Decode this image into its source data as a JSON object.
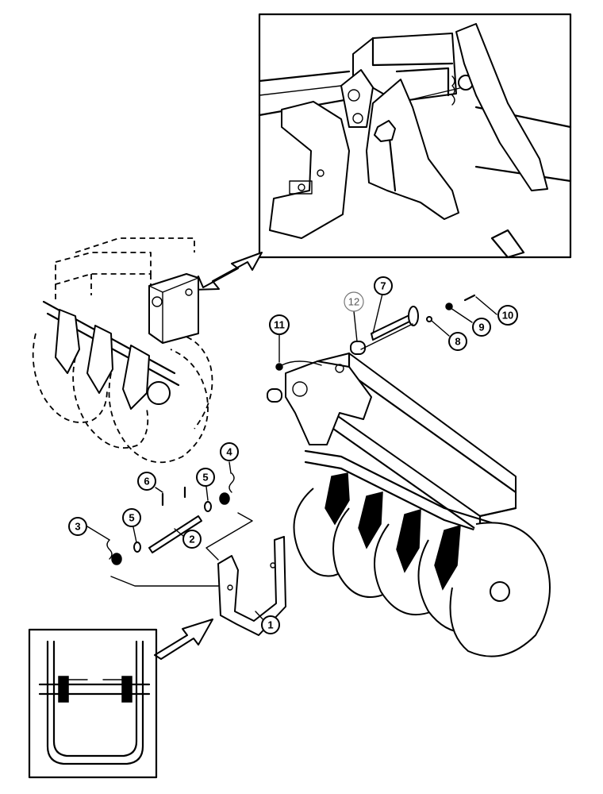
{
  "callouts": [
    {
      "label": "1"
    },
    {
      "label": "2"
    },
    {
      "label": "3"
    },
    {
      "label": "4"
    },
    {
      "label": "5"
    },
    {
      "label": "5"
    },
    {
      "label": "6"
    },
    {
      "label": "7"
    },
    {
      "label": "8"
    },
    {
      "label": "9"
    },
    {
      "label": "10"
    },
    {
      "label": "11"
    },
    {
      "label": "12"
    }
  ]
}
